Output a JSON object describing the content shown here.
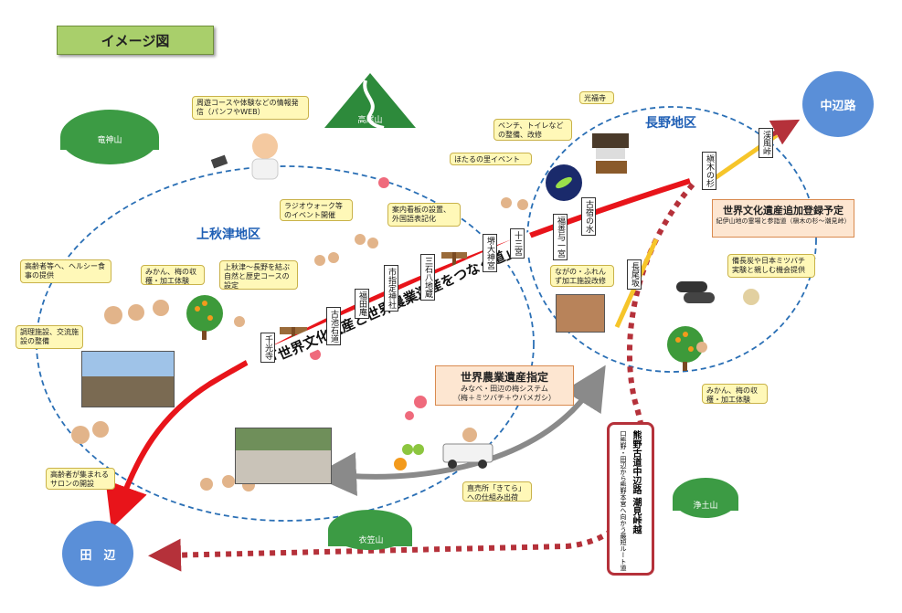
{
  "title": "イメージ図",
  "places": {
    "nakahechi": "中辺路",
    "tanabe": "田　辺"
  },
  "districts": {
    "kamiakizu": "上秋津地区",
    "nagano": "長野地区"
  },
  "mountains": {
    "ryujin": "竜神山",
    "takao": "高尾山",
    "kinugasa": "衣笠山",
    "jodo": "浄土山"
  },
  "banner": "「世界文化遺産と世界農業遺産をつなぐ道」",
  "callouts": {
    "promo": "周遊コースや体験などの情報発信（パンフやWEB）",
    "elderly_meal": "高齢者等へ、ヘルシー食事の提供",
    "cooking": "調理施設、交流施設の整備",
    "salon": "高齢者が集まれるサロンの開設",
    "harvest_left": "みかん、梅の収穫・加工体験",
    "radio": "ラジオウォーク等のイベント開催",
    "course": "上秋津～長野を結ぶ自然と歴史コースの設定",
    "signs": "案内看板の設置、外国語表記化",
    "bench": "ベンチ、トイレなどの整備、改修",
    "kosho": "光福寺",
    "firefly": "ほたるの里イベント",
    "nagano_shop": "ながの・ふれんず加工施設改修",
    "bees": "備長炭や日本ミツバチ実験と親しむ機会提供",
    "harvest_right": "みかん、梅の収穫・加工体験",
    "direct_shop": "直売所「きてら」への仕組み出荷"
  },
  "signposts": [
    "千光寺",
    "古池石道",
    "福田庵",
    "市指定神社",
    "三石八地蔵",
    "堺大神宮",
    "十三宮",
    "福善与一宮",
    "古宿の水",
    "長尾坂",
    "槇木の杉",
    "渓風峠"
  ],
  "boxes": {
    "nominate": "世界文化遺産追加登録予定",
    "nominate_sub": "紀伊山地の霊場と参詣道（槇木の杉～潮見峠）",
    "fas_title": "世界農業遺産指定",
    "fas_line1": "みなべ・田辺の梅システム",
    "fas_line2": "（梅＋ミツバチ＋ウバメガシ）",
    "kumano_title": "熊野古道中辺路 潮見峠越",
    "kumano_sub": "口熊野・田辺から熊野本宮へ向かう最短ルート道"
  },
  "colors": {
    "main_route": "#e8141a",
    "dotted_route": "#b5313a",
    "dashed_circle": "#2a6fb5",
    "yellow_route": "#f6c52a",
    "gray_arrow": "#8a8a8a",
    "place_circle": "#5a8fd8",
    "mountain": "#3c9b44"
  }
}
